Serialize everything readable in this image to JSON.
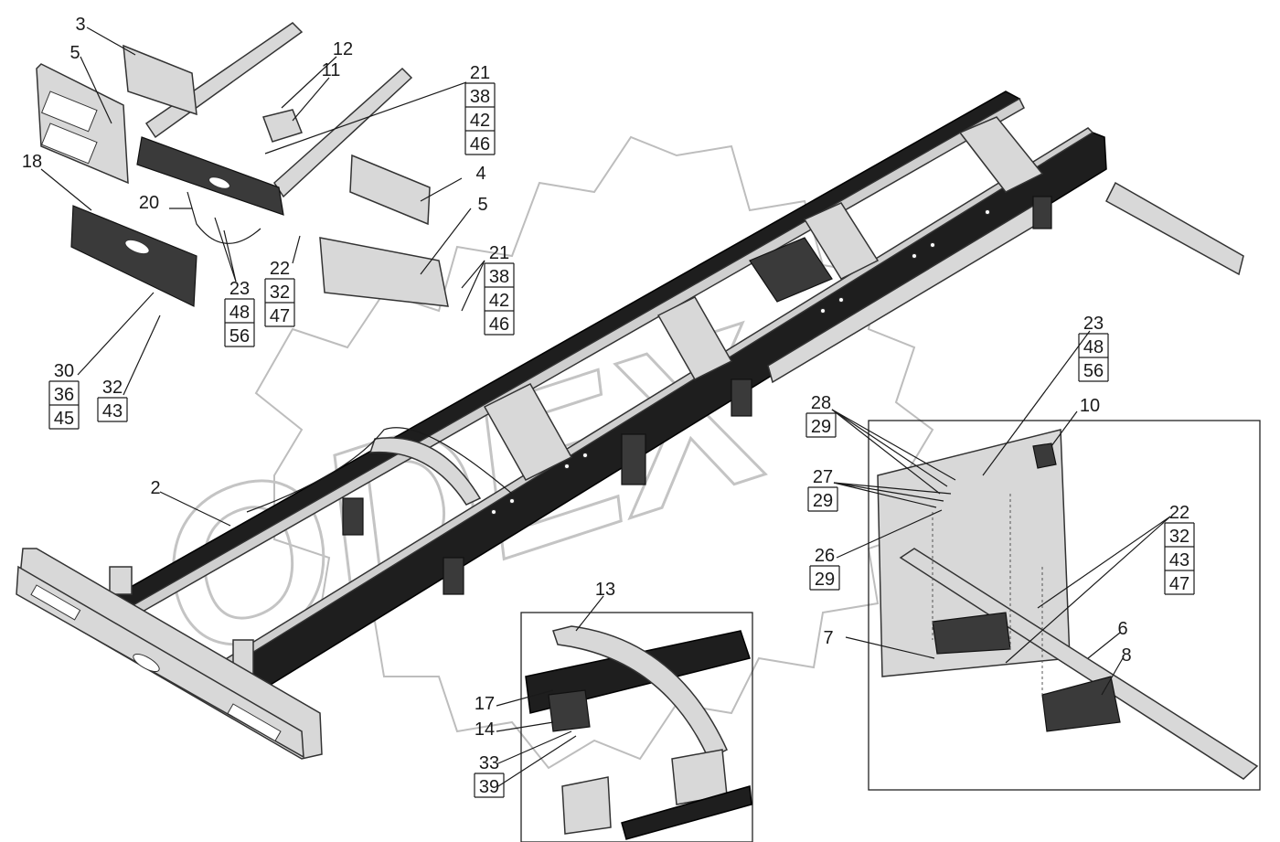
{
  "watermark": "ODEX",
  "corner_mark": "",
  "callouts": [
    {
      "id": "c3",
      "lines": [
        "3"
      ]
    },
    {
      "id": "c5a",
      "lines": [
        "5"
      ]
    },
    {
      "id": "c12",
      "lines": [
        "12"
      ]
    },
    {
      "id": "c11",
      "lines": [
        "11"
      ]
    },
    {
      "id": "c21a",
      "lines": [
        "21",
        "38",
        "42",
        "46"
      ]
    },
    {
      "id": "c18",
      "lines": [
        "18"
      ]
    },
    {
      "id": "c4",
      "lines": [
        "4"
      ]
    },
    {
      "id": "c20",
      "lines": [
        "20"
      ]
    },
    {
      "id": "c5b",
      "lines": [
        "5"
      ]
    },
    {
      "id": "c21b",
      "lines": [
        "21",
        "38",
        "42",
        "46"
      ]
    },
    {
      "id": "c22a",
      "lines": [
        "22",
        "32",
        "47"
      ]
    },
    {
      "id": "c23a",
      "lines": [
        "23",
        "48",
        "56"
      ]
    },
    {
      "id": "c30",
      "lines": [
        "30",
        "36",
        "45"
      ]
    },
    {
      "id": "c32",
      "lines": [
        "32",
        "43"
      ]
    },
    {
      "id": "c23b",
      "lines": [
        "23",
        "48",
        "56"
      ]
    },
    {
      "id": "c10",
      "lines": [
        "10"
      ]
    },
    {
      "id": "c28",
      "lines": [
        "28",
        "29"
      ]
    },
    {
      "id": "c27",
      "lines": [
        "27",
        "29"
      ]
    },
    {
      "id": "c2",
      "lines": [
        "2"
      ]
    },
    {
      "id": "c22b",
      "lines": [
        "22",
        "32",
        "43",
        "47"
      ]
    },
    {
      "id": "c26",
      "lines": [
        "26",
        "29"
      ]
    },
    {
      "id": "c13",
      "lines": [
        "13"
      ]
    },
    {
      "id": "c6",
      "lines": [
        "6"
      ]
    },
    {
      "id": "c7",
      "lines": [
        "7"
      ]
    },
    {
      "id": "c8",
      "lines": [
        "8"
      ]
    },
    {
      "id": "c17",
      "lines": [
        "17"
      ]
    },
    {
      "id": "c14",
      "lines": [
        "14"
      ]
    },
    {
      "id": "c33",
      "lines": [
        "33",
        "39"
      ]
    }
  ]
}
